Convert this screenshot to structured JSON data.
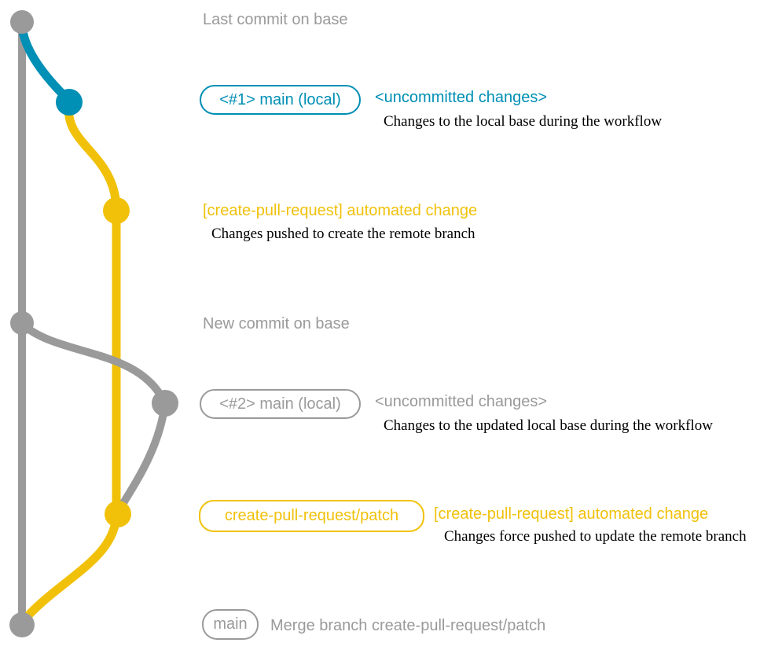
{
  "colors": {
    "gray": "#9a9a9a",
    "blue": "#008fb5",
    "yellow": "#f1c109",
    "description_text": "#000000",
    "background": "#ffffff"
  },
  "graph": {
    "commits": [
      {
        "name": "last-commit-on-base",
        "color": "gray"
      },
      {
        "name": "local-main-1",
        "color": "blue"
      },
      {
        "name": "create-pull-request-automated-change-1",
        "color": "yellow"
      },
      {
        "name": "new-commit-on-base",
        "color": "gray"
      },
      {
        "name": "local-main-2",
        "color": "gray"
      },
      {
        "name": "create-pull-request-automated-change-2",
        "color": "yellow"
      },
      {
        "name": "merge-commit",
        "color": "gray"
      }
    ]
  },
  "rows": [
    {
      "message": "Last commit on base",
      "color": "gray"
    },
    {
      "badge": "<#1> main (local)",
      "message": "<uncommitted changes>",
      "description": "Changes to the local base during the workflow",
      "color": "blue"
    },
    {
      "message": "[create-pull-request] automated change",
      "description": "Changes pushed to create the remote branch",
      "color": "yellow"
    },
    {
      "message": "New commit on base",
      "color": "gray"
    },
    {
      "badge": "<#2> main (local)",
      "message": "<uncommitted changes>",
      "description": "Changes to the updated local base during the workflow",
      "color": "gray"
    },
    {
      "badge": "create-pull-request/patch",
      "message": "[create-pull-request] automated change",
      "description": "Changes force pushed to update the remote branch",
      "color": "yellow"
    },
    {
      "badge": "main",
      "message": "Merge branch create-pull-request/patch",
      "color": "gray"
    }
  ]
}
